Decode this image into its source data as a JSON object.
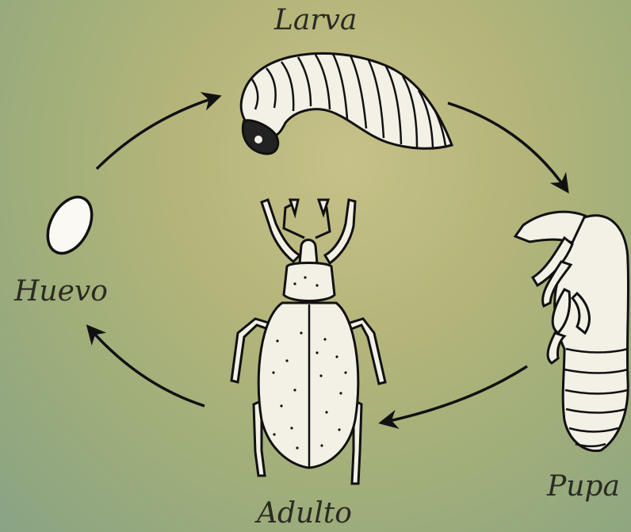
{
  "diagram": {
    "stages": {
      "larva": {
        "label": "Larva"
      },
      "huevo": {
        "label": "Huevo"
      },
      "pupa": {
        "label": "Pupa"
      },
      "adulto": {
        "label": "Adulto"
      }
    },
    "colors": {
      "ink": "#111111",
      "body": "#f3f0e6",
      "label": "#2a2a22"
    }
  }
}
